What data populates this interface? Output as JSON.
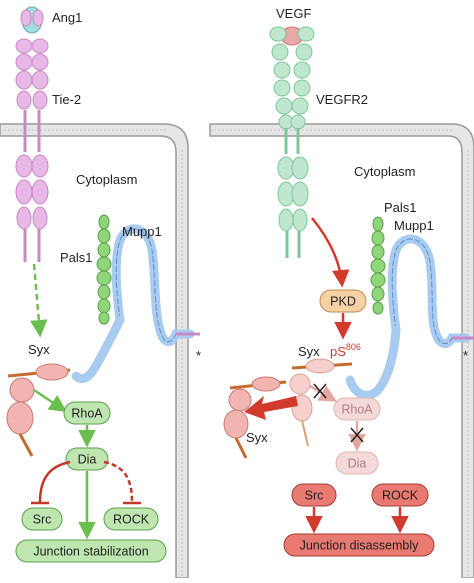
{
  "colors": {
    "membrane_fill": "#e6e6e6",
    "membrane_stroke": "#9a9a9a",
    "ang1": "#9fdde0",
    "tie2": "#e8b8e6",
    "tie2_stalk": "#c78ac3",
    "vegf": "#e8a8a8",
    "vegfr2": "#bfe6cf",
    "vegfr2_stalk": "#7ec79b",
    "pals1": "#8fd67a",
    "mupp1": "#aacbf0",
    "node_green": "#bfe6b0",
    "node_green_stroke": "#5a9e48",
    "node_faded": "#f3d9d9",
    "node_red": "#e87a72",
    "node_red_stroke": "#a33a33",
    "pkd": "#f7d1a6",
    "arrow_green": "#6bbf4e",
    "arrow_red": "#d23a2e",
    "inhibit_red": "#c0392b",
    "phospho_text": "#d23a2e"
  },
  "left": {
    "ligand": "Ang1",
    "receptor": "Tie-2",
    "compartment": "Cytoplasm",
    "pals1": "Pals1",
    "mupp1": "Mupp1",
    "syx": "Syx",
    "rhoa": "RhoA",
    "dia": "Dia",
    "src": "Src",
    "rock": "ROCK",
    "outcome": "Junction stabilization",
    "marker": "*"
  },
  "right": {
    "ligand": "VEGF",
    "receptor": "VEGFR2",
    "compartment": "Cytoplasm",
    "pals1": "Pals1",
    "mupp1": "Mupp1",
    "pkd": "PKD",
    "syx": "Syx",
    "phospho": "pS",
    "phospho_site": "806",
    "rhoa": "RhoA",
    "dia": "Dia",
    "syx_released": "Syx",
    "src": "Src",
    "rock": "ROCK",
    "outcome": "Junction disassembly",
    "marker": "*"
  }
}
